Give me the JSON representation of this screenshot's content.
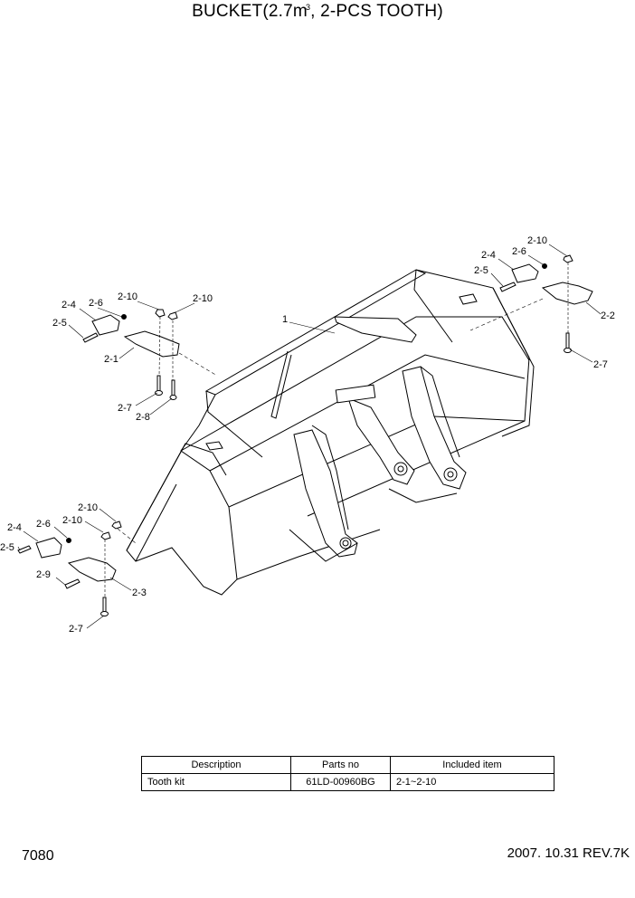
{
  "title": {
    "main": "BUCKET(2.7m",
    "superscript": "3",
    "rest": ", 2-PCS TOOTH)"
  },
  "callouts": {
    "c1": "1",
    "tl_2_10a": "2-10",
    "tl_2_10b": "2-10",
    "tl_2_4": "2-4",
    "tl_2_6": "2-6",
    "tl_2_5": "2-5",
    "tl_2_1": "2-1",
    "tl_2_7": "2-7",
    "tl_2_8": "2-8",
    "tr_2_10": "2-10",
    "tr_2_6": "2-6",
    "tr_2_4": "2-4",
    "tr_2_5": "2-5",
    "tr_2_2": "2-2",
    "tr_2_7": "2-7",
    "bl_2_10a": "2-10",
    "bl_2_10b": "2-10",
    "bl_2_4": "2-4",
    "bl_2_6": "2-6",
    "bl_2_5": "2-5",
    "bl_2_9": "2-9",
    "bl_2_3": "2-3",
    "bl_2_7": "2-7"
  },
  "table": {
    "headers": [
      "Description",
      "Parts no",
      "Included item"
    ],
    "rows": [
      [
        "Tooth kit",
        "61LD-00960BG",
        "2-1~2-10"
      ]
    ]
  },
  "footer": {
    "page_number": "7080",
    "revision": "2007. 10.31  REV.7K"
  }
}
